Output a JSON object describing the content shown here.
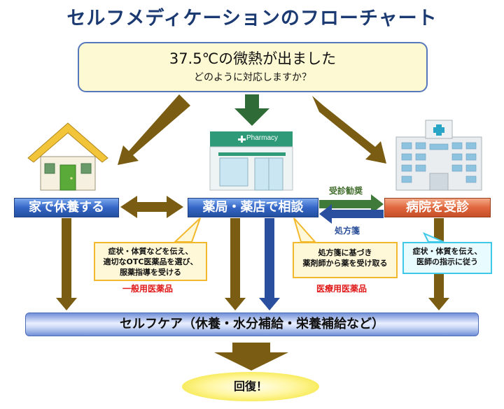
{
  "title": "セルフメディケーションのフローチャート",
  "question": {
    "line1": "37.5℃の微熱が出ました",
    "line2": "どのように対応しますか？"
  },
  "options": {
    "home": "家で休養する",
    "pharmacy": "薬局・薬店で相談",
    "hospital": "病院を受診"
  },
  "pharmacy_sign": "Pharmacy",
  "arrows": {
    "recommend_visit": "受診勧奨",
    "prescription": "処方箋"
  },
  "notes": {
    "otc": [
      "症状・体質などを伝え、",
      "適切なOTC医薬品を選び、",
      "服薬指導を受ける"
    ],
    "otc_label": "一般用医薬品",
    "rx": [
      "処方箋に基づき",
      "薬剤師から薬を受け取る"
    ],
    "rx_label": "医療用医薬品",
    "doctor": [
      "症状・体質を伝え、",
      "医師の指示に従う"
    ]
  },
  "self_care": "セルフケア（休養・水分補給・栄養補給など）",
  "recovery": "回復！",
  "colors": {
    "arrow_brown": "#7a5c12",
    "arrow_blue": "#2a4f9e",
    "arrow_green": "#3f7a3a",
    "title_navy": "#1c3a72"
  }
}
